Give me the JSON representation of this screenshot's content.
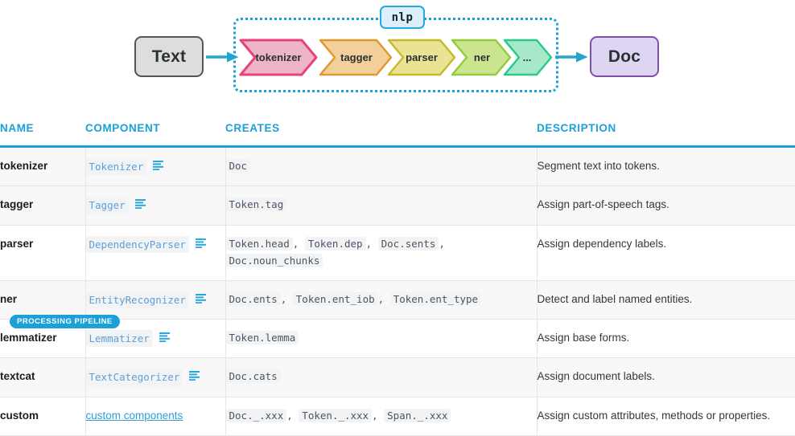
{
  "diagram": {
    "input_label": "Text",
    "output_label": "Doc",
    "container_label": "nlp",
    "arrow_color": "#22a5cf",
    "input_box": {
      "fill": "#dddddd",
      "stroke": "#555555"
    },
    "output_box": {
      "fill": "#ddd5f2",
      "stroke": "#7b52ab"
    },
    "container_border": "#1ba0d8",
    "badge": {
      "fill": "#dbf0fa",
      "stroke": "#24a9dd"
    },
    "stages": [
      {
        "label": "tokenizer",
        "fill": "#eeb5c6",
        "stroke": "#e8417b"
      },
      {
        "label": "tagger",
        "fill": "#f3cf9c",
        "stroke": "#e0982f"
      },
      {
        "label": "parser",
        "fill": "#ebe394",
        "stroke": "#c8b92b"
      },
      {
        "label": "ner",
        "fill": "#cbe58f",
        "stroke": "#96ca3c"
      },
      {
        "label": "...",
        "fill": "#a7e8c8",
        "stroke": "#2bc98a"
      }
    ]
  },
  "table": {
    "badge_label": "PROCESSING PIPELINE",
    "accent_color": "#1ba0d8",
    "headers": [
      "NAME",
      "COMPONENT",
      "CREATES",
      "DESCRIPTION"
    ],
    "rows": [
      {
        "name": "tokenizer",
        "component": "Tokenizer",
        "component_link": false,
        "has_lines_icon": true,
        "creates": [
          "Doc"
        ],
        "description": "Segment text into tokens.",
        "shaded": true
      },
      {
        "name": "tagger",
        "component": "Tagger",
        "component_link": false,
        "has_lines_icon": true,
        "creates": [
          "Token.tag"
        ],
        "description": "Assign part-of-speech tags.",
        "shaded": true
      },
      {
        "name": "parser",
        "component": "DependencyParser",
        "component_link": false,
        "has_lines_icon": true,
        "creates": [
          "Token.head",
          "Token.dep",
          "Doc.sents",
          "Doc.noun_chunks"
        ],
        "description": "Assign dependency labels.",
        "shaded": false
      },
      {
        "name": "ner",
        "component": "EntityRecognizer",
        "component_link": false,
        "has_lines_icon": true,
        "creates": [
          "Doc.ents",
          "Token.ent_iob",
          "Token.ent_type"
        ],
        "description": "Detect and label named entities.",
        "shaded": true
      },
      {
        "name": "lemmatizer",
        "component": "Lemmatizer",
        "component_link": false,
        "has_lines_icon": true,
        "creates": [
          "Token.lemma"
        ],
        "description": "Assign base forms.",
        "shaded": false
      },
      {
        "name": "textcat",
        "component": "TextCategorizer",
        "component_link": false,
        "has_lines_icon": true,
        "creates": [
          "Doc.cats"
        ],
        "description": "Assign document labels.",
        "shaded": true
      },
      {
        "name": "custom",
        "component": "custom components",
        "component_link": true,
        "has_lines_icon": false,
        "creates": [
          "Doc._.xxx",
          "Token._.xxx",
          "Span._.xxx"
        ],
        "description": "Assign custom attributes, methods or properties.",
        "shaded": false
      }
    ]
  }
}
